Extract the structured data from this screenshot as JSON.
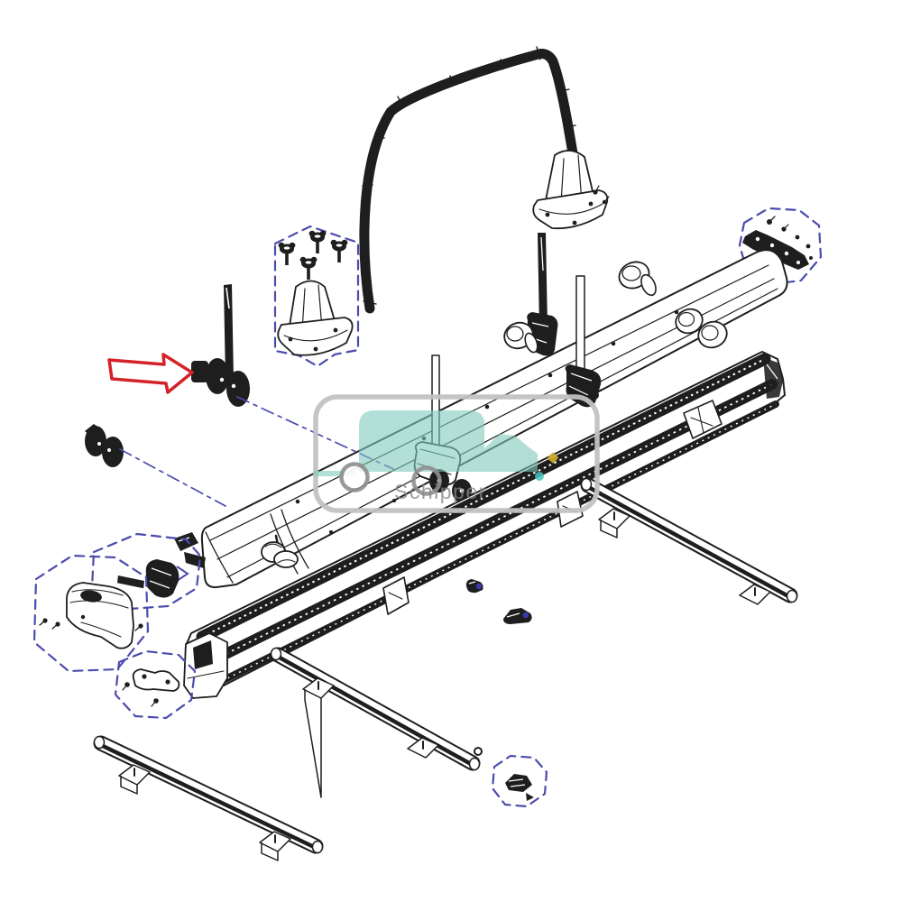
{
  "page": {
    "kind": "exploded-parts-line-drawing",
    "background": "#ffffff"
  },
  "watermark": {
    "text": "Schipper",
    "logo": "caravan-silhouette-with-wheels"
  },
  "annotation": {
    "arrow_shape": "hollow-outline-arrow",
    "arrow_direction": "right",
    "points_at": "guide-roller-assembly"
  },
  "colors": {
    "bg": "#ffffff",
    "line": "#1e1e1e",
    "callout": "#4c4cae",
    "arrow": "#d3222a",
    "teal": "#7fc9bc",
    "wm_gray": "#c2c2c2",
    "wm_text": "#878787",
    "wheel": "#8f8f8f",
    "accent_dot": "#49c3c0",
    "accent_diamond": "#d4b02c"
  },
  "parts": [
    "roof-arch-bar",
    "arch-foot-mount",
    "mounting-screws-foot-callout",
    "end-bracket-callout",
    "guide-roller-assembly",
    "loose-guide-roller",
    "upper-carrier-rail",
    "lower-carrier-rail",
    "clamp-post-left",
    "clamp-post-center",
    "clamp-post-right",
    "hand-knobs",
    "tension-crank-callout",
    "winch-cover-callout",
    "support-bracket-callout",
    "small-fastener-callout",
    "mount-rail-bottom-left",
    "mount-rail-bottom-center",
    "mount-rail-bottom-right"
  ]
}
